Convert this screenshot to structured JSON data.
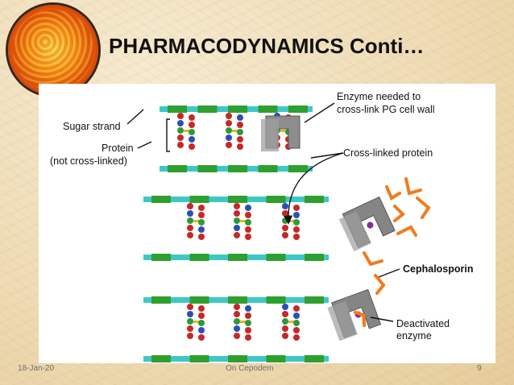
{
  "slide": {
    "title": "PHARMACODYNAMICS Conti…",
    "footer": {
      "date": "18-Jan-20",
      "center": "On Cepodem",
      "page": "9"
    }
  },
  "diagram": {
    "labels": {
      "sugar_strand": "Sugar strand",
      "protein_line1": "Protein",
      "protein_line2": "(not cross-linked)",
      "enzyme_line1": "Enzyme needed to",
      "enzyme_line2": "cross-link PG cell wall",
      "cross_linked_protein": "Cross-linked protein",
      "cephalosporin": "Cephalosporin",
      "deactivated_line1": "Deactivated",
      "deactivated_line2": "enzyme"
    },
    "colors": {
      "strand_cyan": "#3ec7c7",
      "strand_green": "#2f9f2f",
      "bead_red": "#c62828",
      "bead_blue": "#2a4fb5",
      "bead_green": "#2e9a38",
      "link_yellow": "#e8b42a",
      "enzyme_gray": "#8a8a8a",
      "drug_orange": "#f07b1e"
    }
  }
}
